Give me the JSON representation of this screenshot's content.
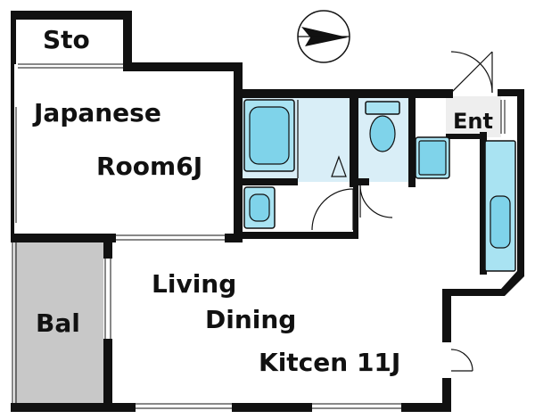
{
  "rooms": {
    "storage": "Sto",
    "japanese_line1": "Japanese",
    "japanese_line2": "Room6J",
    "balcony": "Bal",
    "ldk_line1": "Living",
    "ldk_line2": "Dining",
    "ldk_line3": "Kitcen 11J",
    "entrance": "Ent"
  },
  "colors": {
    "wall": "#111111",
    "water_fixture": "#a9e3f2",
    "balcony": "#c8c8c8",
    "entrance_floor": "#eeeeee"
  },
  "icons": [
    "compass-icon",
    "bathtub-icon",
    "toilet-icon",
    "washbasin-icon",
    "washer-pan-icon",
    "kitchen-sink-icon"
  ]
}
